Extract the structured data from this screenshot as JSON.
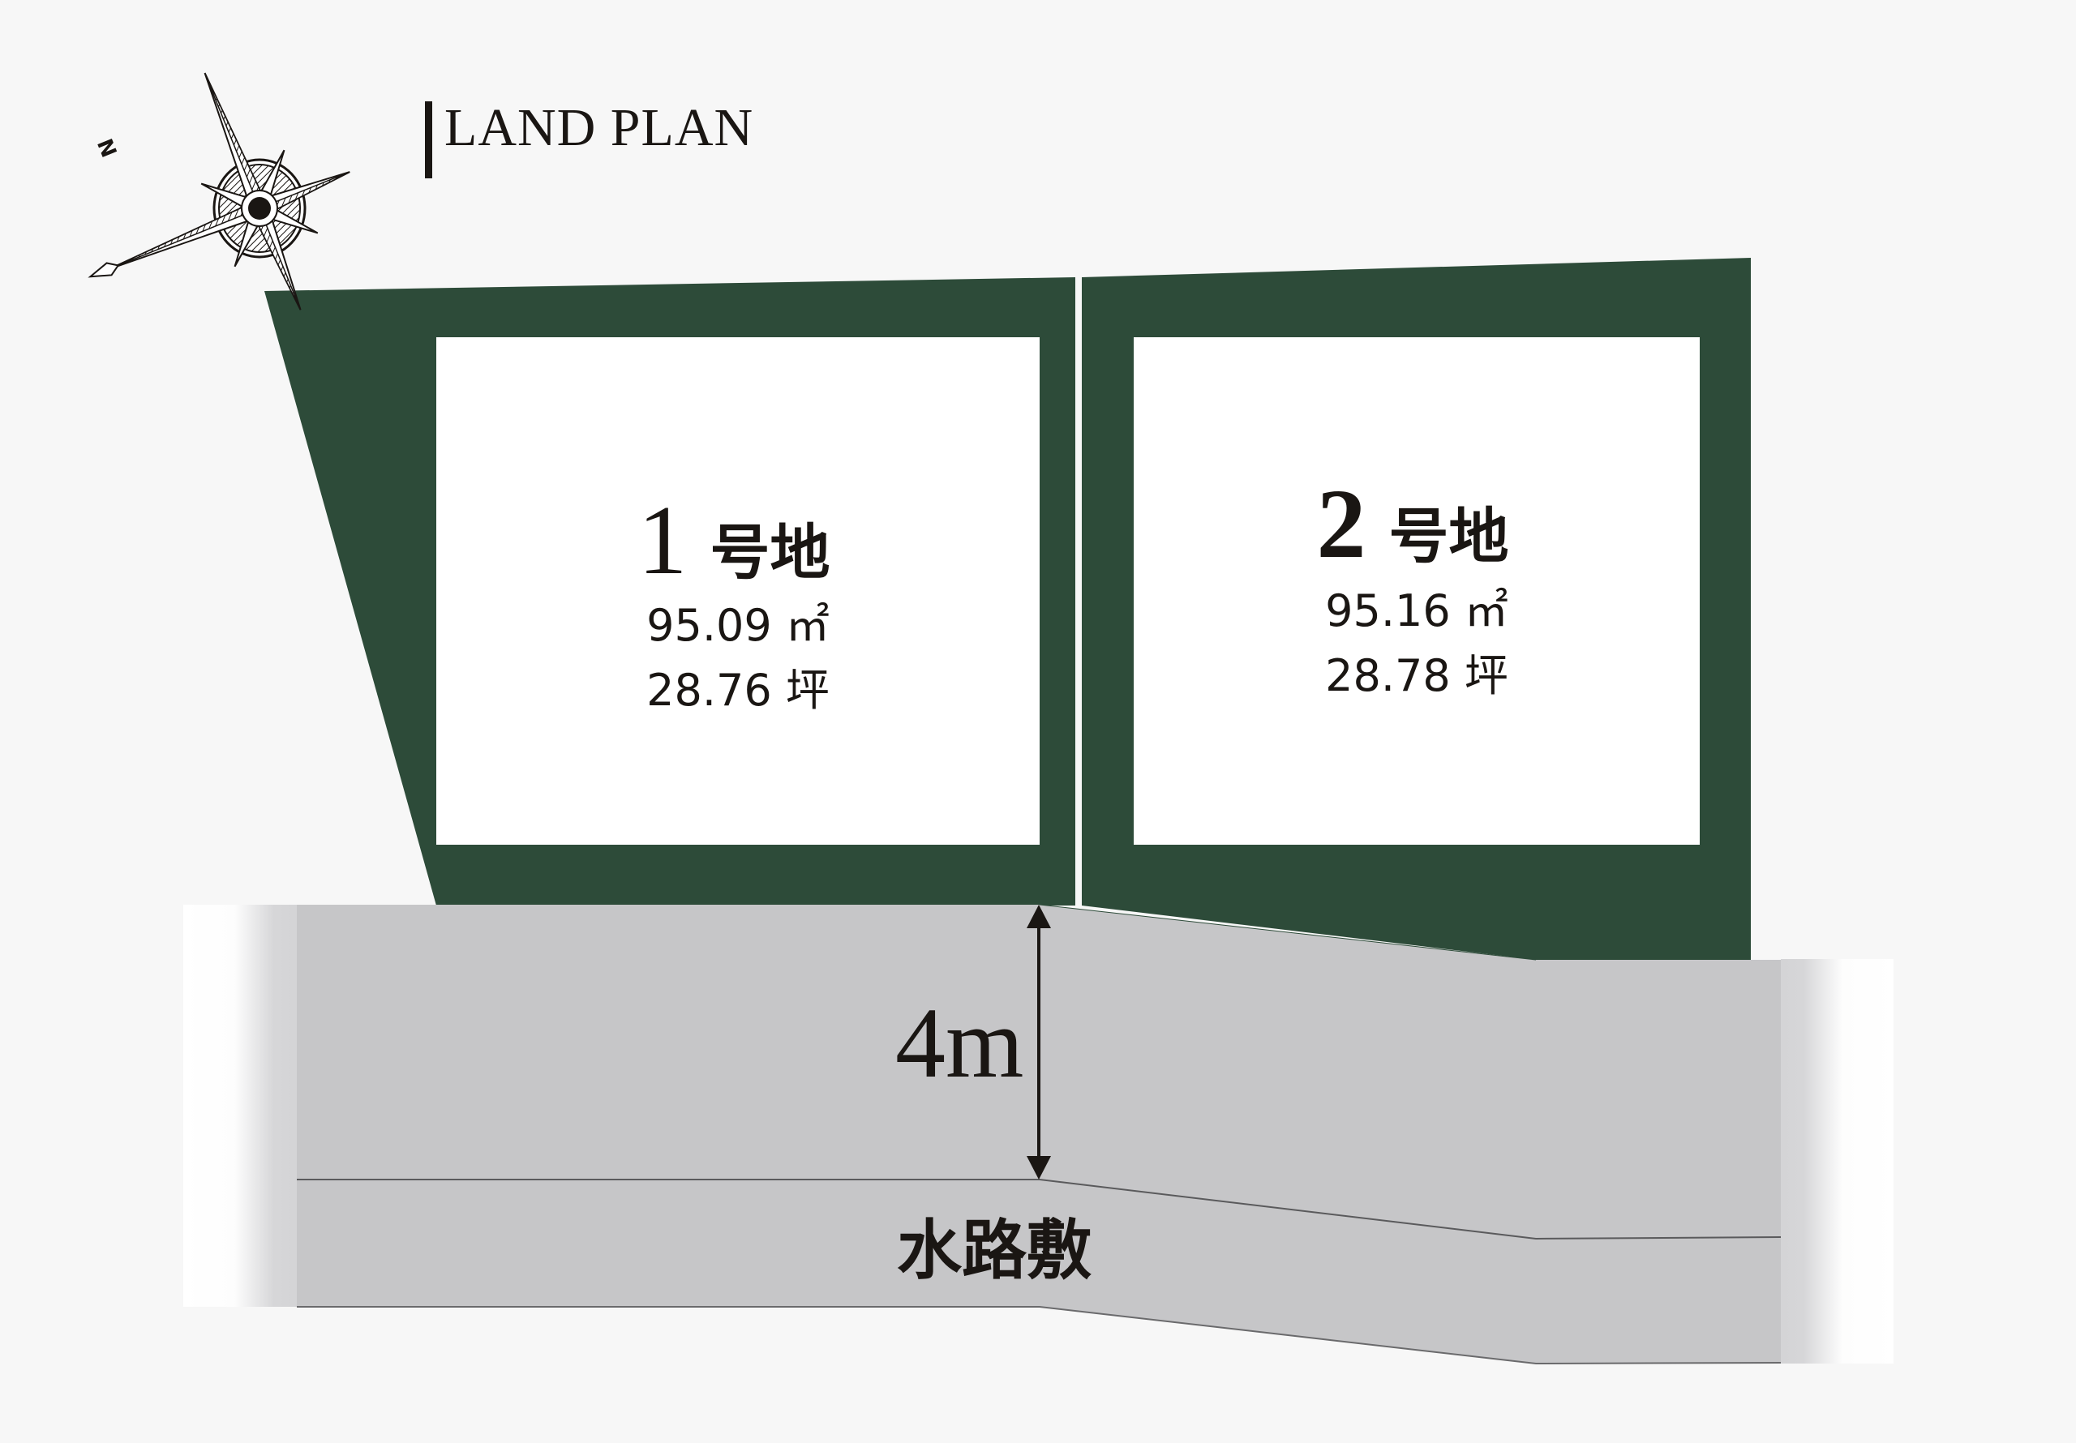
{
  "header": {
    "title": "LAND PLAN"
  },
  "compass": {
    "icon": "compass-rose-icon",
    "north_label": "N"
  },
  "lots": [
    {
      "number": "1",
      "suffix": "号地",
      "area_sqm": "95.09 ㎡",
      "area_tsubo": "28.76 坪"
    },
    {
      "number": "2",
      "suffix": "号地",
      "area_sqm": "95.16 ㎡",
      "area_tsubo": "28.78 坪"
    }
  ],
  "road": {
    "width_label": "4m",
    "waterway_label": "水路敷"
  },
  "colors": {
    "background": "#f7f7f7",
    "lot_fill": "#2d4b39",
    "lot_inner": "#ffffff",
    "road": "#c6c6c8",
    "text": "#1a1613"
  }
}
